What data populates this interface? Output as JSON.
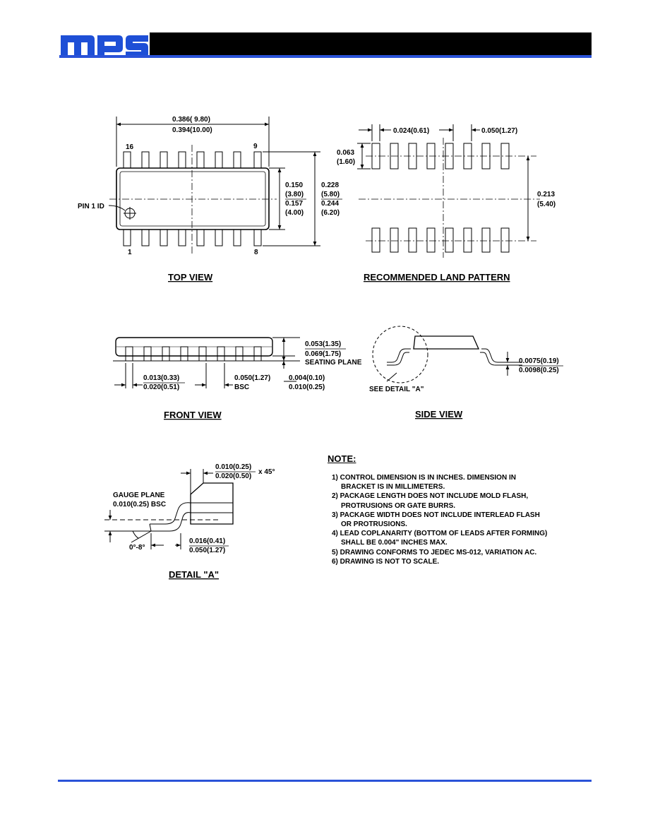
{
  "header": {
    "logo_text": "mps",
    "brand_color": "#1e4fd6",
    "bar_color": "#000000",
    "rule_color": "#2a52d8"
  },
  "top_view": {
    "title": "TOP VIEW",
    "pin_16": "16",
    "pin_9": "9",
    "pin_1": "1",
    "pin_8": "8",
    "pin1_id": "PIN 1 ID",
    "len_min": "0.386( 9.80)",
    "len_max": "0.394(10.00)",
    "body_w_in_min": "0.150",
    "body_w_mm_min": "(3.80)",
    "body_w_in_max": "0.157",
    "body_w_mm_max": "(4.00)",
    "tot_w_in_min": "0.228",
    "tot_w_mm_min": "(5.80)",
    "tot_w_in_max": "0.244",
    "tot_w_mm_max": "(6.20)"
  },
  "land_pattern": {
    "title": "RECOMMENDED LAND PATTERN",
    "pad_width": "0.024(0.61)",
    "pitch": "0.050(1.27)",
    "pad_len_in": "0.063",
    "pad_len_mm": "(1.60)",
    "span_in": "0.213",
    "span_mm": "(5.40)"
  },
  "front_view": {
    "title": "FRONT VIEW",
    "height_min": "0.053(1.35)",
    "height_max": "0.069(1.75)",
    "seating_plane": "SEATING PLANE",
    "lead_w_min": "0.013(0.33)",
    "lead_w_max": "0.020(0.51)",
    "pitch": "0.050(1.27)",
    "pitch_bsc": "BSC",
    "standoff_min": "0.004(0.10)",
    "standoff_max": "0.010(0.25)"
  },
  "side_view": {
    "title": "SIDE VIEW",
    "see_detail": "SEE DETAIL \"A\"",
    "thick_min": "0.0075(0.19)",
    "thick_max": "0.0098(0.25)"
  },
  "detail_a": {
    "title": "DETAIL \"A\"",
    "chamfer_min": "0.010(0.25)",
    "chamfer_max": "0.020(0.50)",
    "chamfer_angle": "x 45°",
    "gauge_plane": "GAUGE PLANE",
    "gauge_dim": "0.010(0.25) BSC",
    "angle": "0°-8°",
    "foot_min": "0.016(0.41)",
    "foot_max": "0.050(1.27)"
  },
  "notes": {
    "title": "NOTE:",
    "lines": [
      "1) CONTROL DIMENSION IS IN INCHES.  DIMENSION IN",
      "BRACKET IS IN MILLIMETERS.",
      "2) PACKAGE LENGTH DOES NOT INCLUDE MOLD FLASH,",
      "PROTRUSIONS OR GATE BURRS.",
      "3) PACKAGE WIDTH DOES NOT INCLUDE INTERLEAD FLASH",
      "OR PROTRUSIONS.",
      "4) LEAD COPLANARITY (BOTTOM OF LEADS AFTER FORMING)",
      "SHALL BE 0.004\" INCHES MAX.",
      "5) DRAWING CONFORMS TO JEDEC MS-012, VARIATION AC.",
      "6) DRAWING IS NOT TO SCALE."
    ]
  }
}
